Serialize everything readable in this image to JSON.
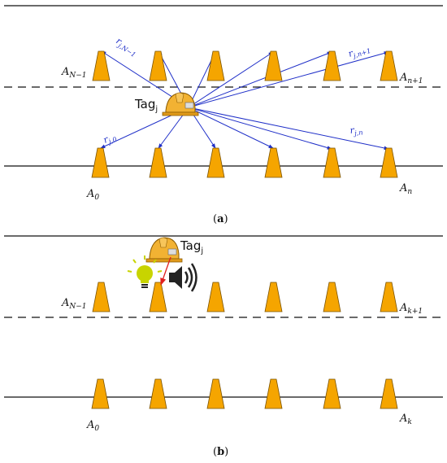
{
  "panel_a": {
    "caption_open": "(",
    "caption_letter": "a",
    "caption_close": ")",
    "tag_label": "Tag",
    "tag_sub": "j",
    "anchor_labels": {
      "top_left": {
        "base": "A",
        "sub": "N−1"
      },
      "top_right": {
        "base": "A",
        "sub": "n+1"
      },
      "bottom_left": {
        "base": "A",
        "sub": "0"
      },
      "bottom_right": {
        "base": "A",
        "sub": "n"
      }
    },
    "range_labels": {
      "r_top_left": {
        "base": "r",
        "sub": "j,N−1"
      },
      "r_top_right": {
        "base": "r",
        "sub": "j,n+1"
      },
      "r_bottom_left": {
        "base": "r",
        "sub": "j,0"
      },
      "r_bottom_right": {
        "base": "r",
        "sub": "j,n"
      }
    }
  },
  "panel_b": {
    "caption_open": "(",
    "caption_letter": "b",
    "caption_close": ")",
    "tag_label": "Tag",
    "tag_sub": "j",
    "anchor_labels": {
      "top_left": {
        "base": "A",
        "sub": "N−1"
      },
      "top_right": {
        "base": "A",
        "sub": "k+1"
      },
      "bottom_left": {
        "base": "A",
        "sub": "0"
      },
      "bottom_right": {
        "base": "A",
        "sub": "k"
      }
    }
  },
  "colors": {
    "cone_fill": "#f5a500",
    "cone_stroke": "#7a5200",
    "range_line": "#1f2fc8",
    "alert_arrow": "#e02020",
    "bulb": "#c8d400",
    "helmet": "#f2b233"
  },
  "icons": [
    "helmet-icon",
    "light-bulb-icon",
    "speaker-icon",
    "traffic-cone-icon"
  ]
}
